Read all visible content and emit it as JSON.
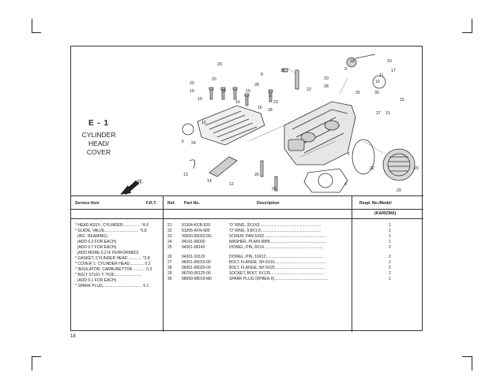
{
  "section": {
    "id": "E - 1",
    "name_line1": "CYLINDER HEAD/",
    "name_line2": "COVER"
  },
  "front_label": "FR.",
  "callouts": {
    "c20a": "20",
    "c8": "8",
    "c31": "31",
    "c18": "18",
    "c10": "10",
    "c20b": "20",
    "c20c": "20",
    "c17": "17",
    "c20d": "20",
    "c9": "9",
    "c19a": "19",
    "c19b": "19",
    "c19c": "19",
    "c28a": "28",
    "c28b": "28",
    "c28c": "28",
    "c11": "11",
    "c16a": "16",
    "c3": "3",
    "c22": "22",
    "c25": "25",
    "c30": "30",
    "c15": "15",
    "c19d": "19",
    "c16b": "16",
    "c23": "23",
    "c16c": "16",
    "c27": "27",
    "c21": "21",
    "c16d": "16",
    "c6": "6",
    "c24": "24",
    "c1": "1",
    "c13": "13",
    "c14": "14",
    "c26a": "26",
    "c22b": "22",
    "c29a": "29",
    "c12": "12",
    "c26b": "26",
    "c4": "4",
    "c29b": "29"
  },
  "table": {
    "headers": {
      "service_item": "Service Item",
      "frt": "F.R.T.",
      "ref": "Ref.",
      "part_no": "Part No.",
      "description": "Description",
      "reqd": "Reqd. No./Model",
      "model": "(KARIZMA)"
    },
    "service_items": [
      "* HEAD ASSY., CYLINDER................ *4.0",
      "* GUIDE, VALVE............................... *3.8",
      "  (INC. REAMING)",
      "  (ADD 0.3 FOR EACH)",
      "  (ADD 0.7 FOR EACH)",
      "  (ADD MORE 0.2 IF PERFORMED)",
      "* GASKET, CYLINDER HEAD............. *2.8",
      "* COVER 'L' CYLINDER HEAD............. 0.2",
      "* INSULATOR, CARBURETTOR............ 0.3",
      "* BOLT STUD, !! 7X35.........................",
      "  (ADD 0.1 FOR EACH)",
      "* SPARK PLUG.................................... 0.1"
    ],
    "rows": [
      {
        "ref": "21",
        "part_no": "91304-KCB-920",
        "desc": "'O' RING, 33.5X3........................................................",
        "qty": "1"
      },
      {
        "ref": "22",
        "part_no": "91305-KFN-900",
        "desc": "'O' RING, 9.8X1.9.......................................................",
        "qty": "1"
      },
      {
        "ref": "23",
        "part_no": "93500-05032-0G",
        "desc": "SCREW, PAN 5X32........................................................",
        "qty": "1"
      },
      {
        "ref": "24",
        "part_no": "94101-06000",
        "desc": "WASHER, PLAIN 6MM...................................................",
        "qty": "1"
      },
      {
        "ref": "25",
        "part_no": "94301-08140",
        "desc": "DOWEL, PIN, 8X14......................................................",
        "qty": "2"
      },
      {
        "ref": "26",
        "part_no": "94301-10120",
        "desc": "DOWEL, PIN, 10X12....................................................",
        "qty": "2"
      },
      {
        "ref": "27",
        "part_no": "96001-06016-00",
        "desc": "BOLT, FLANGE, SH 6X16..............................................",
        "qty": "2"
      },
      {
        "ref": "28",
        "part_no": "96001-06025-00",
        "desc": "BOLT, FLANGE, SH 6X25..............................................",
        "qty": "2"
      },
      {
        "ref": "29",
        "part_no": "96700-06125-00",
        "desc": "SOCKET, BOLT, 6X125.................................................",
        "qty": "2"
      },
      {
        "ref": "30",
        "part_no": "98069-58916-M0",
        "desc": "SPARK PLUG (DP8EA-9).................................................",
        "qty": "1"
      }
    ]
  },
  "page_number": "18"
}
